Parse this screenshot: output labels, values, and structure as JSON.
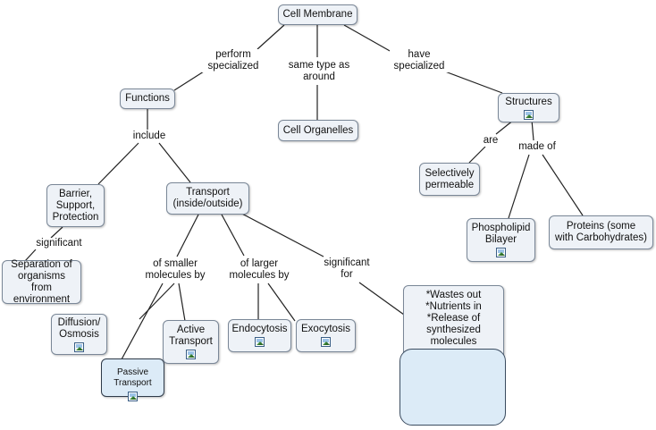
{
  "nodes": {
    "cell_membrane": "Cell Membrane",
    "functions": "Functions",
    "cell_organelles": "Cell Organelles",
    "structures": "Structures",
    "barrier": "Barrier,\nSupport,\nProtection",
    "transport": "Transport\n(inside/outside)",
    "selectively_permeable": "Selectively\npermeable",
    "phospholipid_bilayer": "Phospholipid\nBilayer",
    "proteins": "Proteins (some\nwith Carbohydrates)",
    "separation": "Separation of\norganisms from\nenvironment",
    "diffusion_osmosis": "Diffusion/\nOsmosis",
    "passive_transport": "Passive\nTransport",
    "active_transport": "Active\nTransport",
    "endocytosis": "Endocytosis",
    "exocytosis": "Exocytosis",
    "significant_items": "*Wastes out\n*Nutrients in\n*Release of\nsynthesized\nmolecules"
  },
  "links": {
    "perform_specialized": "perform\nspecialized",
    "same_type_as_around": "same type as\naround",
    "have_specialized": "have\nspecialized",
    "include": "include",
    "are": "are",
    "made_of": "made of",
    "significant_left": "significant",
    "of_smaller_molecules_by": "of smaller\nmolecules by",
    "of_larger_molecules_by": "of larger\nmolecules by",
    "significant_for": "significant\nfor"
  },
  "icons": {
    "image_icon": "image-icon"
  }
}
